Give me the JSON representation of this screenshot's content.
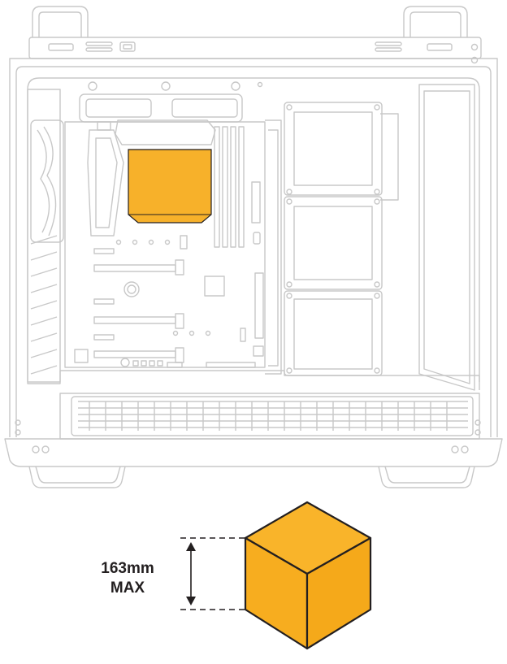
{
  "clearance": {
    "line1": "163mm",
    "line2": "MAX"
  },
  "colors": {
    "accent": "#f7b12a",
    "outline": "#231f20",
    "chassis": "#c8c8c8"
  },
  "icons": [
    "pc-case-icon",
    "cpu-cooler-block",
    "cpu-cooler-cube-icon",
    "height-arrow-icon"
  ]
}
